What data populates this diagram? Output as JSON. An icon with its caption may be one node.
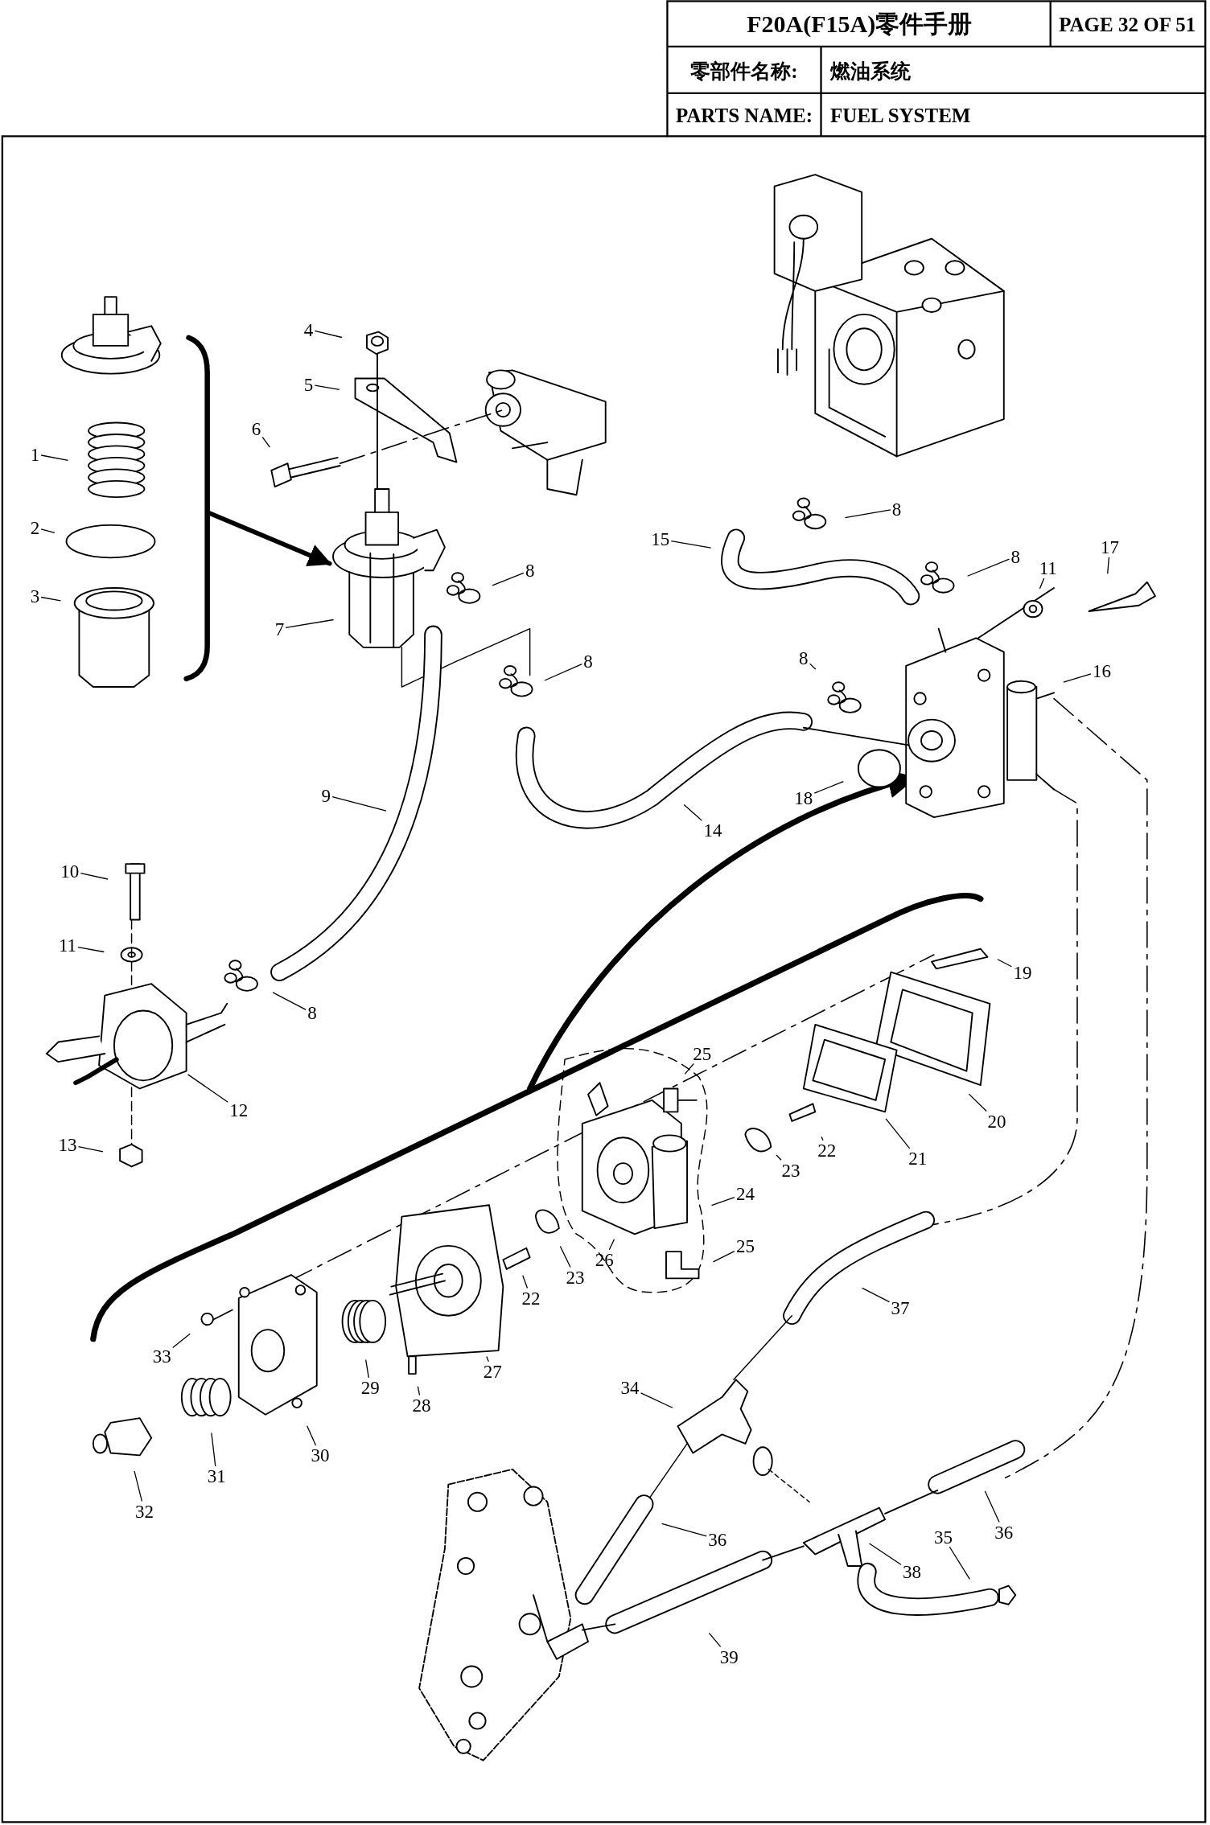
{
  "diagram": {
    "nodes": [
      {
        "text": [
          "4"
        ]
      },
      {
        "text": [
          "5"
        ]
      },
      {
        "text": [
          "6"
        ]
      },
      {
        "text": [
          "1"
        ]
      },
      {
        "text": [
          "8"
        ]
      },
      {
        "text": [
          "2"
        ]
      },
      {
        "text": [
          "15"
        ]
      },
      {
        "text": [
          "17"
        ]
      },
      {
        "text": [
          "8"
        ]
      },
      {
        "text": [
          "11"
        ]
      },
      {
        "text": [
          "8"
        ]
      },
      {
        "text": [
          "3"
        ]
      },
      {
        "text": [
          "7"
        ]
      },
      {
        "text": [
          "8"
        ]
      },
      {
        "text": [
          "8"
        ]
      },
      {
        "text": [
          "16"
        ]
      },
      {
        "text": [
          "9"
        ]
      },
      {
        "text": [
          "18"
        ]
      },
      {
        "text": [
          "14"
        ]
      },
      {
        "text": [
          "10"
        ]
      },
      {
        "text": [
          "11"
        ]
      },
      {
        "text": [
          "19"
        ]
      },
      {
        "text": [
          "8"
        ]
      },
      {
        "text": [
          "25"
        ]
      },
      {
        "text": [
          "12"
        ]
      },
      {
        "text": [
          "20"
        ]
      },
      {
        "text": [
          "13"
        ]
      },
      {
        "text": [
          "22"
        ]
      },
      {
        "text": [
          "21"
        ]
      },
      {
        "text": [
          "23"
        ]
      },
      {
        "text": [
          "24"
        ]
      },
      {
        "text": [
          "25"
        ]
      },
      {
        "text": [
          "26"
        ]
      },
      {
        "text": [
          "23"
        ]
      },
      {
        "text": [
          "22"
        ]
      },
      {
        "text": [
          "37"
        ]
      },
      {
        "text": [
          "33"
        ]
      },
      {
        "text": [
          "27"
        ]
      },
      {
        "text": [
          "29"
        ]
      },
      {
        "text": [
          "34"
        ]
      },
      {
        "text": [
          "28"
        ]
      },
      {
        "text": [
          "30"
        ]
      },
      {
        "text": [
          "31"
        ]
      },
      {
        "text": [
          "32"
        ]
      },
      {
        "text": [
          "36"
        ]
      },
      {
        "text": [
          "35"
        ]
      },
      {
        "text": [
          "36"
        ]
      },
      {
        "text": [
          "38"
        ]
      },
      {
        "text": [
          "39"
        ]
      }
    ],
    "edges": [
      {
        "from": 0,
        "to": null,
        "arrow": "none"
      },
      {
        "from": 1,
        "to": null,
        "arrow": "none"
      },
      {
        "from": 2,
        "to": null,
        "arrow": "none"
      },
      {
        "from": 3,
        "to": null,
        "arrow": "none"
      },
      {
        "from": 4,
        "to": null,
        "arrow": "none"
      },
      {
        "from": 5,
        "to": null,
        "arrow": "none"
      },
      {
        "from": 6,
        "to": null,
        "arrow": "none"
      },
      {
        "from": 7,
        "to": null,
        "arrow": "none"
      },
      {
        "from": 8,
        "to": null,
        "arrow": "none"
      },
      {
        "from": 9,
        "to": null,
        "arrow": "none"
      },
      {
        "from": 10,
        "to": null,
        "arrow": "none"
      },
      {
        "from": 11,
        "to": null,
        "arrow": "none"
      },
      {
        "from": 12,
        "to": null,
        "arrow": "none"
      },
      {
        "from": 13,
        "to": null,
        "arrow": "none"
      },
      {
        "from": 14,
        "to": null,
        "arrow": "none"
      },
      {
        "from": 15,
        "to": null,
        "arrow": "none"
      },
      {
        "from": 16,
        "to": null,
        "arrow": "none"
      },
      {
        "from": 17,
        "to": null,
        "arrow": "none"
      },
      {
        "from": 18,
        "to": null,
        "arrow": "none"
      },
      {
        "from": 19,
        "to": null,
        "arrow": "none"
      },
      {
        "from": 20,
        "to": null,
        "arrow": "none"
      },
      {
        "from": 21,
        "to": null,
        "arrow": "none"
      },
      {
        "from": 22,
        "to": null,
        "arrow": "none"
      },
      {
        "from": 23,
        "to": null,
        "arrow": "none"
      },
      {
        "from": 24,
        "to": null,
        "arrow": "none"
      },
      {
        "from": 25,
        "to": null,
        "arrow": "none"
      },
      {
        "from": 26,
        "to": null,
        "arrow": "none"
      },
      {
        "from": 27,
        "to": null,
        "arrow": "none"
      },
      {
        "from": 28,
        "to": null,
        "arrow": "none"
      },
      {
        "from": 29,
        "to": null,
        "arrow": "none"
      },
      {
        "from": 30,
        "to": null,
        "arrow": "none"
      },
      {
        "from": 31,
        "to": null,
        "arrow": "none"
      },
      {
        "from": 32,
        "to": null,
        "arrow": "none"
      },
      {
        "from": 33,
        "to": null,
        "arrow": "none"
      },
      {
        "from": 34,
        "to": null,
        "arrow": "none"
      },
      {
        "from": 35,
        "to": null,
        "arrow": "none"
      },
      {
        "from": 36,
        "to": null,
        "arrow": "none"
      },
      {
        "from": 37,
        "to": null,
        "arrow": "none"
      },
      {
        "from": 38,
        "to": null,
        "arrow": "none"
      },
      {
        "from": 39,
        "to": null,
        "arrow": "none"
      },
      {
        "from": 40,
        "to": null,
        "arrow": "none"
      },
      {
        "from": 41,
        "to": null,
        "arrow": "none"
      },
      {
        "from": 42,
        "to": null,
        "arrow": "none"
      },
      {
        "from": 43,
        "to": null,
        "arrow": "none"
      },
      {
        "from": 44,
        "to": null,
        "arrow": "none"
      },
      {
        "from": 45,
        "to": null,
        "arrow": "none"
      },
      {
        "from": 46,
        "to": null,
        "arrow": "none"
      },
      {
        "from": 47,
        "to": null,
        "arrow": "none"
      },
      {
        "from": 48,
        "to": null,
        "arrow": "none"
      }
    ],
    "labels": [
      "F20A(F15A)零件手册",
      "PAGE 32 OF 51",
      "零部件名称:",
      "燃油系统",
      "PARTS NAME:",
      "FUEL SYSTEM"
    ]
  }
}
